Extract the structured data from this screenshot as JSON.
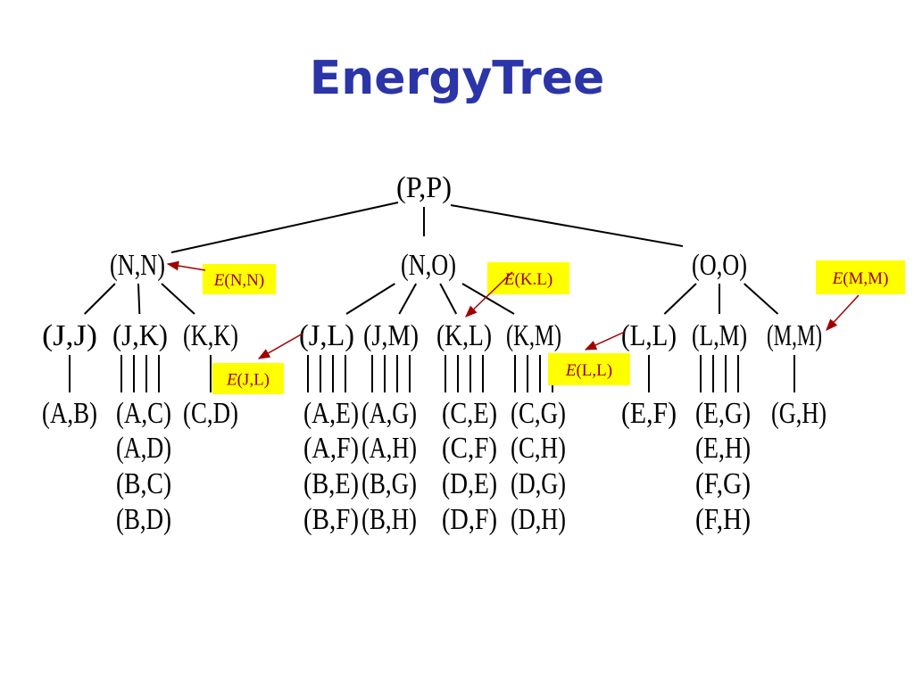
{
  "title": "EnergyTree",
  "colors": {
    "title": "#2b35a8",
    "annotation_bg": "#ffff00",
    "annotation_text": "#a00000",
    "arrow": "#a00000"
  },
  "root": {
    "label": "(P,P)"
  },
  "level1": [
    {
      "label": "(N,N)"
    },
    {
      "label": "(N,O)"
    },
    {
      "label": "(O,O)"
    }
  ],
  "level2": [
    {
      "label": "(J,J)",
      "leaves": [
        "(A,B)"
      ]
    },
    {
      "label": "(J,K)",
      "leaves": [
        "(A,C)",
        "(A,D)",
        "(B,C)",
        "(B,D)"
      ]
    },
    {
      "label": "(K,K)",
      "leaves": [
        "(C,D)"
      ]
    },
    {
      "label": "(J,L)",
      "leaves": [
        "(A,E)",
        "(A,F)",
        "(B,E)",
        "(B,F)"
      ]
    },
    {
      "label": "(J,M)",
      "leaves": [
        "(A,G)",
        "(A,H)",
        "(B,G)",
        "(B,H)"
      ]
    },
    {
      "label": "(K,L)",
      "leaves": [
        "(C,E)",
        "(C,F)",
        "(D,E)",
        "(D,F)"
      ]
    },
    {
      "label": "(K,M)",
      "leaves": [
        "(C,G)",
        "(C,H)",
        "(D,G)",
        "(D,H)"
      ]
    },
    {
      "label": "(L,L)",
      "leaves": [
        "(E,F)"
      ]
    },
    {
      "label": "(L,M)",
      "leaves": [
        "(E,G)",
        "(E,H)",
        "(F,G)",
        "(F,H)"
      ]
    },
    {
      "label": "(M,M)",
      "leaves": [
        "(G,H)"
      ]
    }
  ],
  "annotations": [
    {
      "prefix": "E",
      "text": "(N,N)",
      "target": "(N,N)"
    },
    {
      "prefix": "E",
      "text": "(K.L)",
      "target": "(K,L)"
    },
    {
      "prefix": "E",
      "text": "(M,M)",
      "target": "(M,M)"
    },
    {
      "prefix": "E",
      "text": "(J,L)",
      "target": "(J,L)"
    },
    {
      "prefix": "E",
      "text": "(L,L)",
      "target": "(L,L)"
    }
  ]
}
